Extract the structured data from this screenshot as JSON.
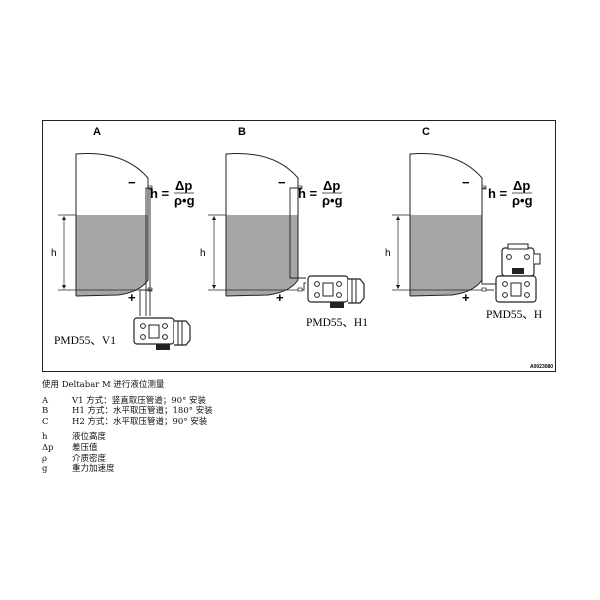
{
  "figure": {
    "panels": [
      {
        "letter": "A",
        "model": "PMD55、V1"
      },
      {
        "letter": "B",
        "model": "PMD55、H1"
      },
      {
        "letter": "C",
        "model": "PMD55、H"
      }
    ],
    "minus_sign": "−",
    "plus_sign": "+",
    "h_label": "h",
    "formula": {
      "lhs": "h =",
      "numerator": "Δp",
      "denominator": "ρ•g"
    },
    "figure_code": "A0023080"
  },
  "legend": {
    "title": "使用 Deltabar M 进行液位测量",
    "configs": [
      {
        "key": "A",
        "text": "V1 方式：竖直取压管道；90° 安装"
      },
      {
        "key": "B",
        "text": "H1 方式：水平取压管道；180° 安装"
      },
      {
        "key": "C",
        "text": "H2 方式：水平取压管道；90° 安装"
      }
    ],
    "symbols": [
      {
        "key": "h",
        "text": "液位高度"
      },
      {
        "key": "Δp",
        "text": "差压值"
      },
      {
        "key": "ρ",
        "text": "介质密度"
      },
      {
        "key": "g",
        "text": "重力加速度"
      }
    ]
  }
}
